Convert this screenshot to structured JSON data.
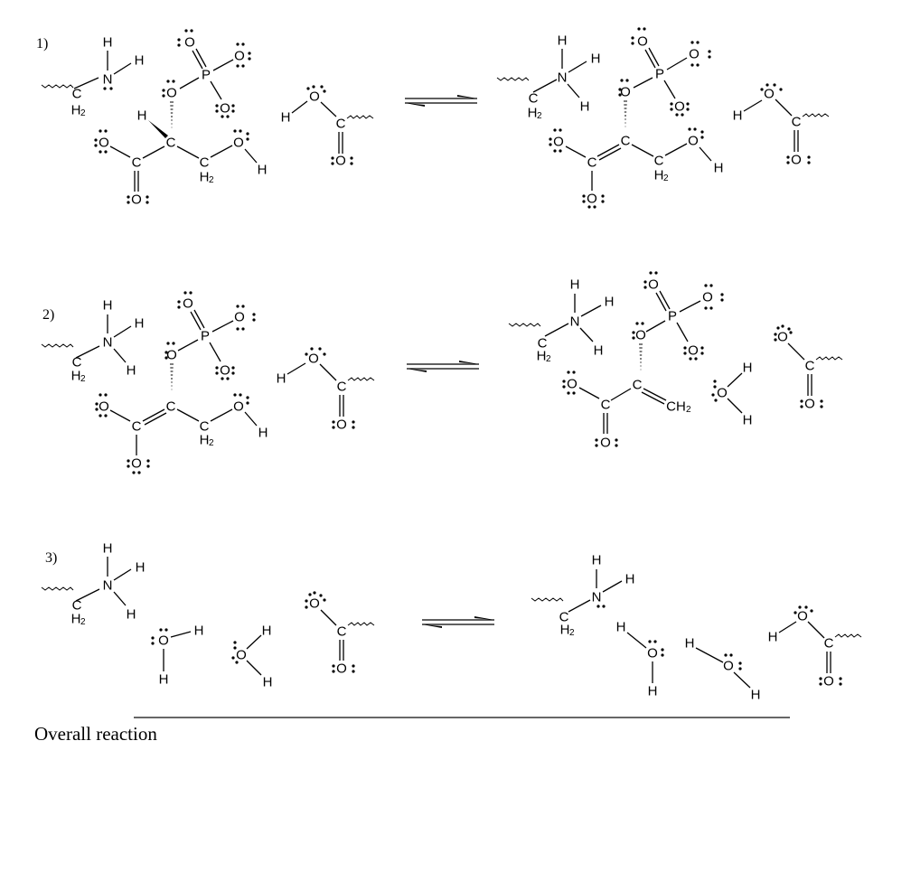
{
  "steps": [
    {
      "label": "1)",
      "arrow": "equilibrium"
    },
    {
      "label": "2)",
      "arrow": "equilibrium"
    },
    {
      "label": "3)",
      "arrow": "equilibrium"
    }
  ],
  "atoms": {
    "H": "H",
    "N": "N",
    "C": "C",
    "O": "O",
    "P": "P",
    "H2": "H",
    "two": "2",
    "CH2": "CH"
  },
  "caption": "Overall reaction",
  "colors": {
    "ink": "#000000",
    "background": "#ffffff"
  }
}
